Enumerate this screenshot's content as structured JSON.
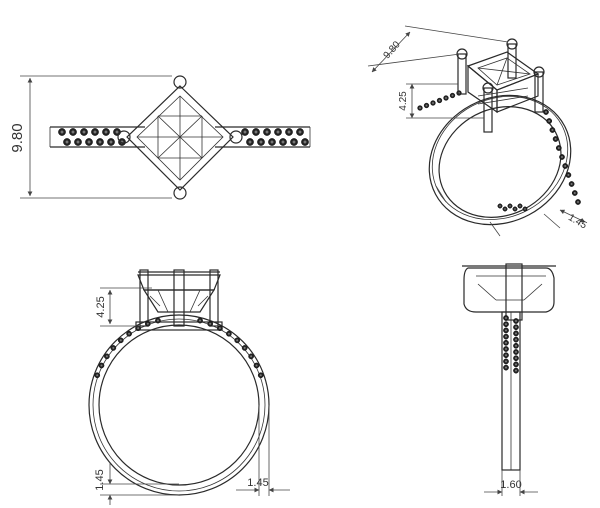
{
  "dimensions": {
    "top_height": "9.80",
    "iso_width": "9.80",
    "iso_height": "4.25",
    "iso_band": "1.45",
    "front_height": "4.25",
    "front_shank_height": "1.45",
    "front_shank_width": "1.45",
    "side_band_width": "1.60"
  }
}
